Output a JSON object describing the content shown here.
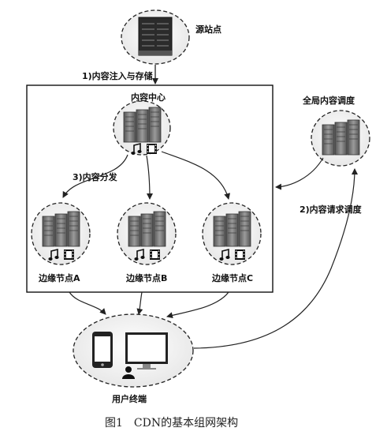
{
  "nodes": {
    "source": "源站点",
    "content_center": "内容中心",
    "global_scheduler": "全局内容调度",
    "edge_a": "边缘节点A",
    "edge_b": "边缘节点B",
    "edge_c": "边缘节点C",
    "user_terminal": "用户终端"
  },
  "arrows": {
    "ingest": "1)内容注入与存储",
    "request": "2)内容请求调度",
    "distribute": "3)内容分发"
  },
  "caption": "图1　CDN的基本组网架构",
  "icons": {
    "server": "server-rack-icon",
    "music": "music-note-icon",
    "film": "film-strip-icon",
    "phone": "smartphone-icon",
    "monitor": "monitor-icon",
    "user": "user-icon"
  }
}
